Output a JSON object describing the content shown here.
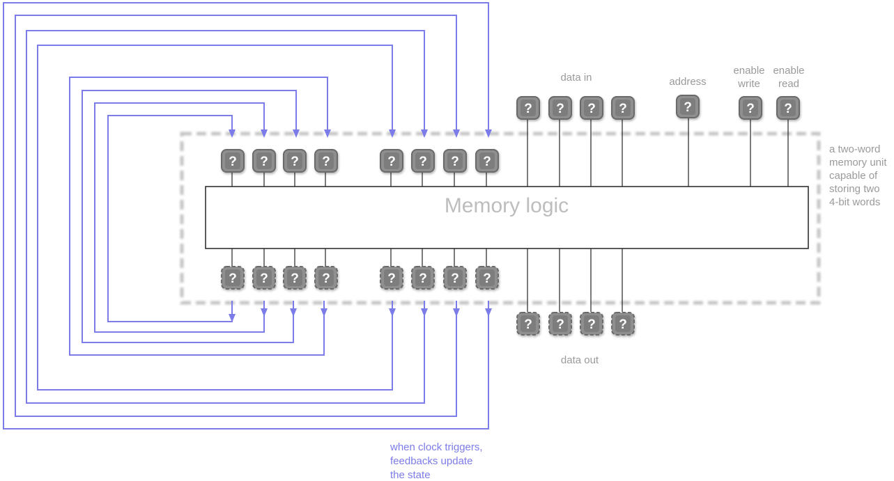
{
  "memory_block": {
    "label": "Memory logic"
  },
  "unknown_glyph": "?",
  "labels": {
    "data_in": "data in",
    "data_out": "data out",
    "address": "address",
    "enable_write": [
      "enable",
      "write"
    ],
    "enable_read": [
      "enable",
      "read"
    ]
  },
  "description": [
    "a two-word",
    "memory unit",
    "capable of",
    "storing two",
    "4-bit words"
  ],
  "feedback_note": [
    "when clock triggers,",
    "feedbacks update",
    "the state"
  ],
  "colors": {
    "feedback": "#7b7bea",
    "wire": "#222222",
    "unknown_fill": "#8f8f8f",
    "unknown_border": "#6a6a6a",
    "unit_border": "#c4c4c4",
    "text": "#9a9a9a"
  },
  "icons": {
    "unknown_value": "question-box-icon",
    "arrow": "arrow-down-icon"
  }
}
